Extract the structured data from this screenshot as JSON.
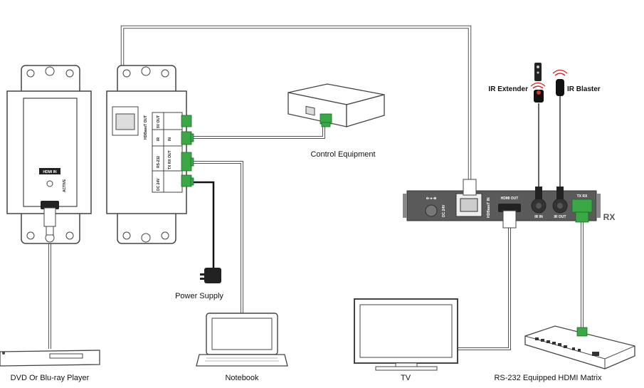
{
  "captions": {
    "dvd": "DVD Or Blu-ray Player",
    "notebook": "Notebook",
    "tv": "TV",
    "matrix": "RS-232 Equipped HDMI Matrix",
    "power_supply": "Power Supply",
    "control_equipment": "Control Equipment",
    "ir_extender": "IR Extender",
    "ir_blaster": "IR Blaster"
  },
  "wallplate_labels": {
    "hdmi_in": "HDMI IN",
    "active": "ACTIVE"
  },
  "tx_labels": {
    "hdbaset_out": "HDBaseT OUT",
    "ir_5v_out": "5V OUT",
    "ir": "IR",
    "ir_in": "IN",
    "rs232": "RS-232",
    "rs232_pins": "TX RX OUT",
    "dc": "DC 24V"
  },
  "rx_labels": {
    "dc": "DC 24V",
    "hdbaset": "HDBaseT IN",
    "hdmi_out": "HDMI OUT",
    "ir_in": "IR IN",
    "ir_out": "IR OUT",
    "tx_rx": "TX  RX",
    "rx": "RX"
  },
  "colors": {
    "line": "#444444",
    "terminal_green": "#3aa845",
    "panel_dark": "#555555",
    "rx_box": "#5a5a5a"
  }
}
